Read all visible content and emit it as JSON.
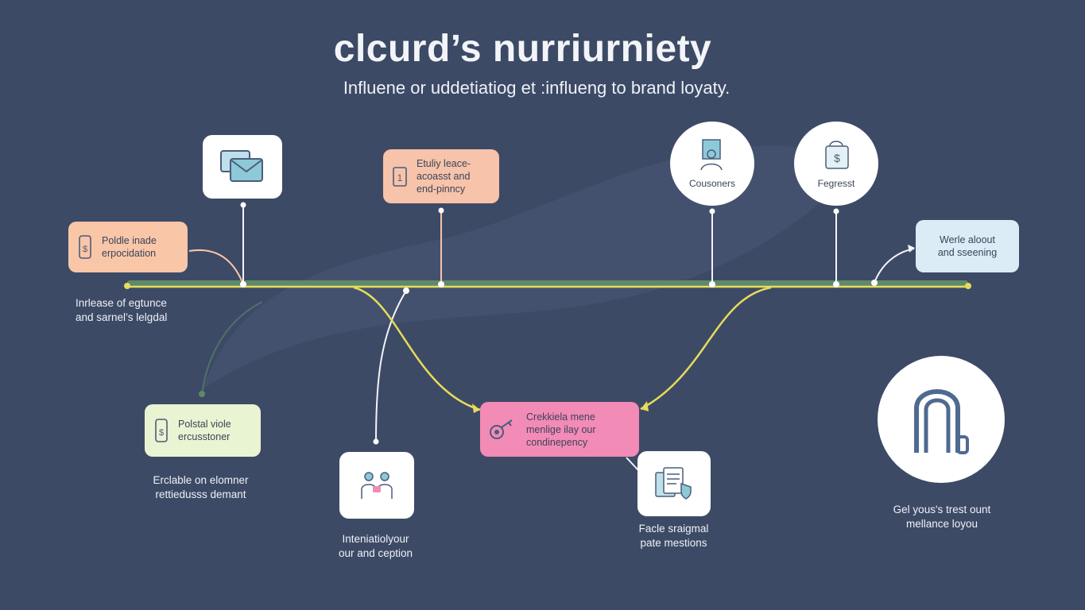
{
  "header": {
    "title": "clcurd’s nurriurniety",
    "subtitle": "Influene or uddetiatiog et :influeng to brand loyaty."
  },
  "nodes": {
    "pink_top": "Etuliy leace-\nacoasst and\nend-pinncy",
    "orange_left": "Poldle inade\nerpocidation",
    "blue_right": "Werle aloout\nand sseening",
    "green_left": "Polstal viole\nercusstoner",
    "magenta_center": "Crekkiela mene\nmenlige ilay our\ncondinepency"
  },
  "circles": {
    "cousoners": "Cousoners",
    "fegresst": "Fegresst"
  },
  "captions": {
    "left_timeline": "Inrlease of egtunce\nand sarnel’s lelgdal",
    "green_below": "Erclable on elomner\nrettiedusss demant",
    "people_below": "Inteniatiolyour\nour and ception",
    "document_below": "Facle sraigmal\npate mestions",
    "lock_below": "Gel yous's trest ount\nmellance loyou"
  },
  "icons": [
    "envelope-icon",
    "phone-icon",
    "clipboard-icon",
    "user-desk-icon",
    "money-bag-icon",
    "key-icon",
    "people-icon",
    "document-shield-icon",
    "padlock-icon"
  ],
  "colors": {
    "background": "#3d4a66",
    "timeline_green": "#5f8a6a",
    "timeline_yellow": "#e6dc5a",
    "orange": "#f9c6a8",
    "peach": "#f7c3aa",
    "light_blue": "#dcecf6",
    "light_green": "#e9f4d2",
    "magenta": "#f28bb5",
    "connector_white": "#f2f4f8"
  }
}
